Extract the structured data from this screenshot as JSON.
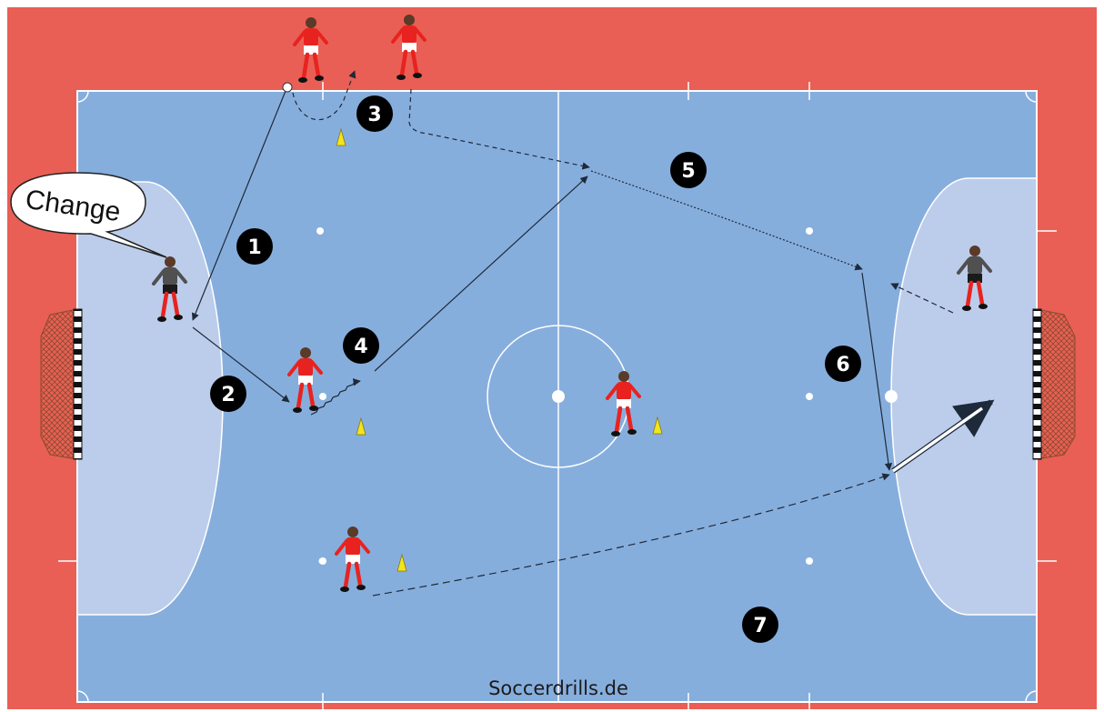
{
  "diagram": {
    "colors": {
      "surround": "#E95F55",
      "court": "#86AEDD",
      "penalty_area": "#BCCDEB",
      "lines": "#FFFFFF",
      "player_shirt": "#E8231F",
      "keeper_shirt": "#505050",
      "cone": "#F2E51B",
      "step_marker": "#000000",
      "arrow": "#1E2A3A"
    },
    "step_labels": [
      "1",
      "2",
      "3",
      "4",
      "5",
      "6",
      "7"
    ],
    "speech_bubble": {
      "text": "Change"
    },
    "credit": {
      "text": "Soccerdrills.de"
    }
  }
}
